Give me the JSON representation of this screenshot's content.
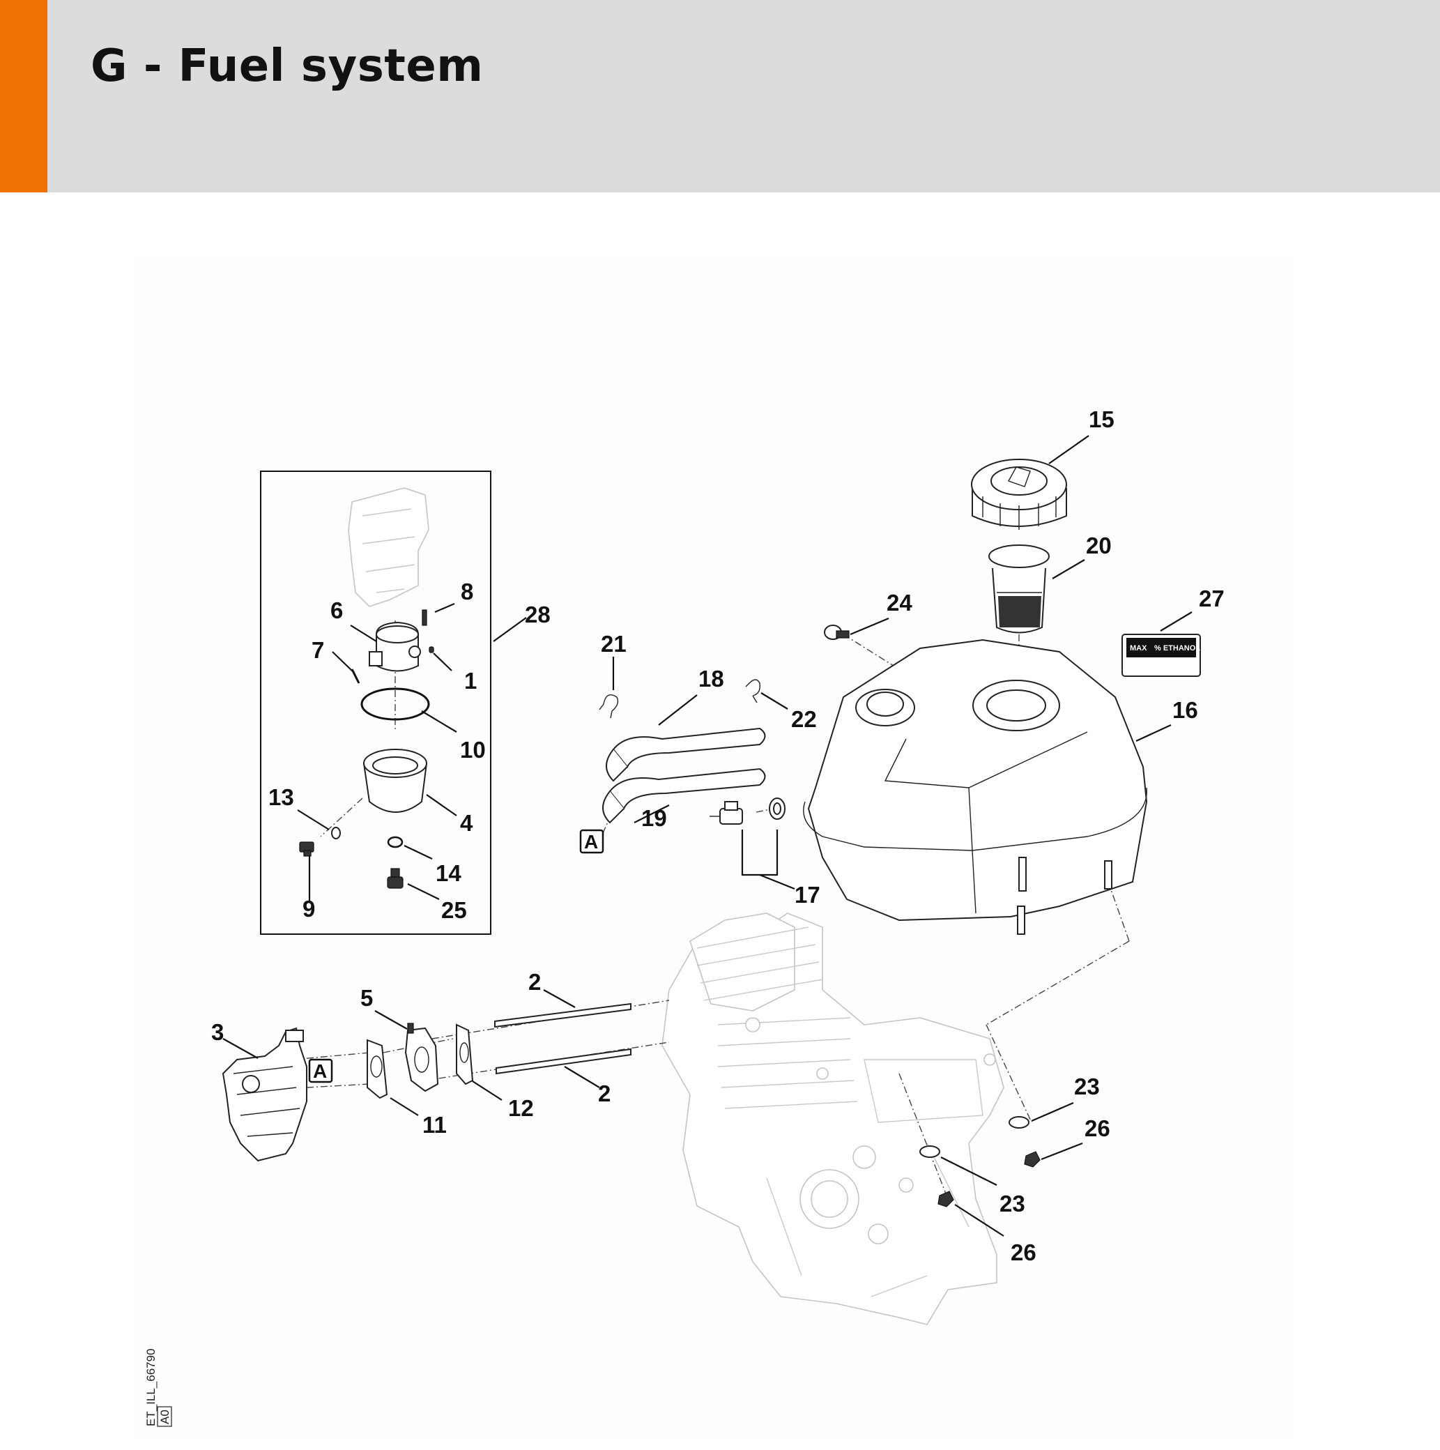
{
  "header": {
    "title": "G - Fuel system",
    "accent_color": "#ee7203",
    "band_color": "#dbdcdb"
  },
  "diagram": {
    "callouts": [
      {
        "id": "c15",
        "label": "15"
      },
      {
        "id": "c20",
        "label": "20"
      },
      {
        "id": "c27",
        "label": "27"
      },
      {
        "id": "c24",
        "label": "24"
      },
      {
        "id": "c16",
        "label": "16"
      },
      {
        "id": "c21",
        "label": "21"
      },
      {
        "id": "c18",
        "label": "18"
      },
      {
        "id": "c22",
        "label": "22"
      },
      {
        "id": "c19",
        "label": "19"
      },
      {
        "id": "c17",
        "label": "17"
      },
      {
        "id": "c28",
        "label": "28"
      },
      {
        "id": "c8",
        "label": "8"
      },
      {
        "id": "c6",
        "label": "6"
      },
      {
        "id": "c7",
        "label": "7"
      },
      {
        "id": "c1",
        "label": "1"
      },
      {
        "id": "c10",
        "label": "10"
      },
      {
        "id": "c13",
        "label": "13"
      },
      {
        "id": "c4",
        "label": "4"
      },
      {
        "id": "c14",
        "label": "14"
      },
      {
        "id": "c9",
        "label": "9"
      },
      {
        "id": "c25",
        "label": "25"
      },
      {
        "id": "c2a",
        "label": "2"
      },
      {
        "id": "c2b",
        "label": "2"
      },
      {
        "id": "c5",
        "label": "5"
      },
      {
        "id": "c3",
        "label": "3"
      },
      {
        "id": "c11",
        "label": "11"
      },
      {
        "id": "c12",
        "label": "12"
      },
      {
        "id": "c23a",
        "label": "23"
      },
      {
        "id": "c26a",
        "label": "26"
      },
      {
        "id": "c23b",
        "label": "23"
      },
      {
        "id": "c26b",
        "label": "26"
      }
    ],
    "reference_marks": [
      "A",
      "A"
    ],
    "fuel_label": {
      "max": "MAX",
      "ethanol": "% ETHANOL"
    },
    "drawing_code": {
      "line1": "ET_ILL_66790",
      "line2": "A0"
    }
  }
}
